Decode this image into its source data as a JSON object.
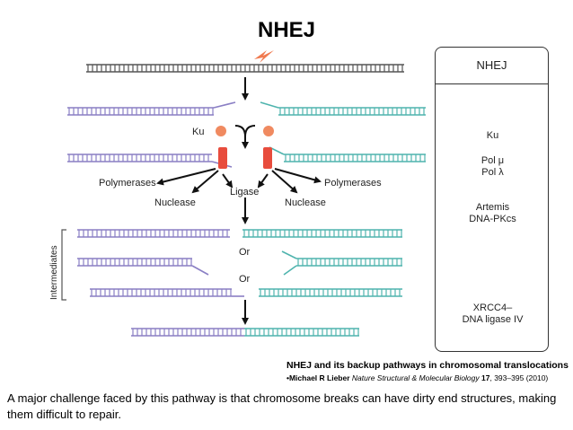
{
  "slide": {
    "title": "NHEJ",
    "caption": "A major challenge faced by this pathway is that chromosome breaks can have dirty end structures, making them difficult to repair."
  },
  "diagram": {
    "labels": {
      "ku": "Ku",
      "polymerases_left": "Polymerases",
      "polymerases_right": "Polymerases",
      "nuclease_left": "Nuclease",
      "nuclease_right": "Nuclease",
      "ligase": "Ligase",
      "or_1": "Or",
      "or_2": "Or",
      "intermediates": "Intermediates"
    },
    "colors": {
      "left_strand": "#8a7fc4",
      "right_strand": "#4fb4ae",
      "top_dna": "#555555",
      "ku_protein": "#f08a60",
      "dnapk": "#e84c3d",
      "break_bolt": "#f07a50"
    }
  },
  "sidebar": {
    "header": "NHEJ",
    "items": [
      {
        "line1": "Ku",
        "line2": ""
      },
      {
        "line1": "Pol μ",
        "line2": "Pol λ"
      },
      {
        "line1": "Artemis",
        "line2": "DNA-PKcs"
      },
      {
        "line1": "XRCC4–",
        "line2": "DNA ligase IV"
      }
    ]
  },
  "citation": {
    "title": "NHEJ and its backup pathways in chromosomal translocations",
    "author": "•Michael R Lieber",
    "journal": "Nature Structural & Molecular Biology",
    "volume": "17",
    "pages": ", 393–395",
    "year": "(2010)"
  }
}
